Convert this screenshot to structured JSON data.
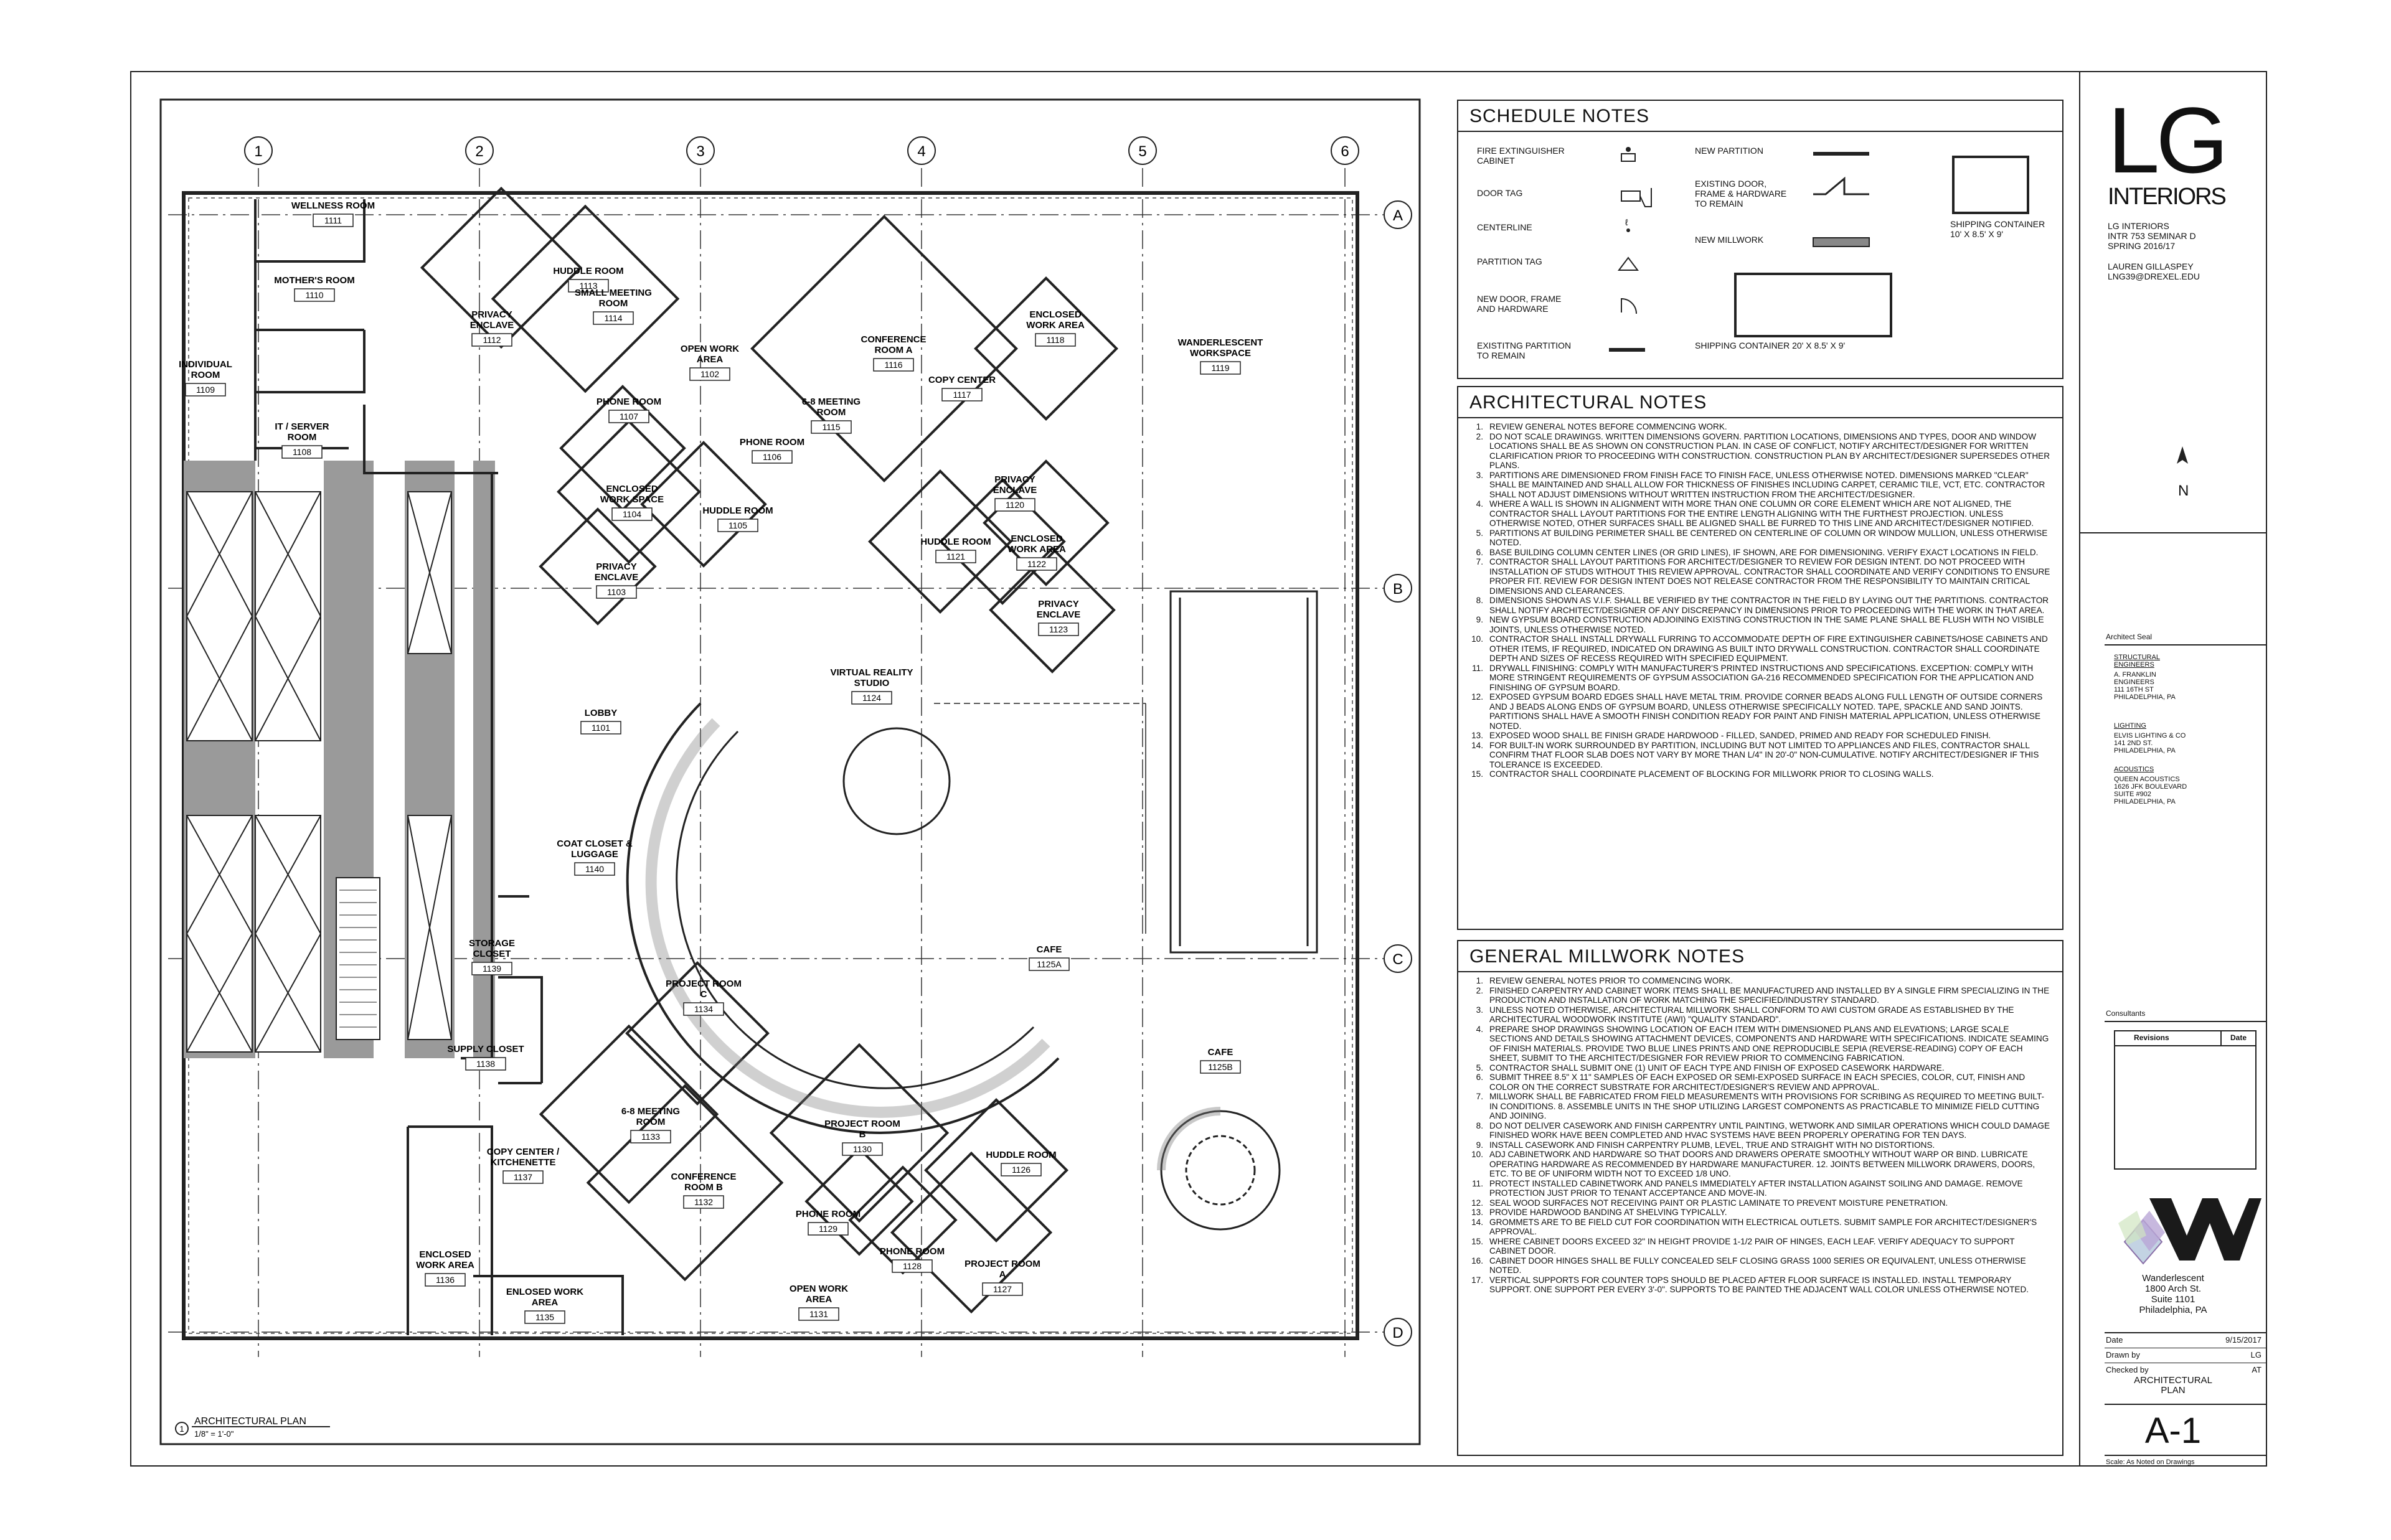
{
  "plan": {
    "grid_columns": [
      "1",
      "2",
      "3",
      "4",
      "5",
      "6"
    ],
    "grid_rows": [
      "A",
      "B",
      "C",
      "D"
    ],
    "rooms": [
      {
        "name": "WELLNESS ROOM",
        "number": "1111"
      },
      {
        "name": "MOTHER'S ROOM",
        "number": "1110"
      },
      {
        "name": "INDIVIDUAL\nROOM",
        "number": "1109"
      },
      {
        "name": "IT / SERVER\nROOM",
        "number": "1108"
      },
      {
        "name": "PRIVACY\nENCLAVE",
        "number": "1112"
      },
      {
        "name": "HUDDLE ROOM",
        "number": "1113"
      },
      {
        "name": "SMALL MEETING\nROOM",
        "number": "1114"
      },
      {
        "name": "OPEN WORK\nAREA",
        "number": "1102"
      },
      {
        "name": "CONFERENCE\nROOM A",
        "number": "1116"
      },
      {
        "name": "COPY CENTER",
        "number": "1117"
      },
      {
        "name": "ENCLOSED\nWORK AREA",
        "number": "1118"
      },
      {
        "name": "WANDERLESCENT\nWORKSPACE",
        "number": "1119"
      },
      {
        "name": "6-8 MEETING\nROOM",
        "number": "1115"
      },
      {
        "name": "PHONE ROOM",
        "number": "1107"
      },
      {
        "name": "PHONE ROOM",
        "number": "1106"
      },
      {
        "name": "ENCLOSED\nWORK SPACE",
        "number": "1104"
      },
      {
        "name": "HUDDLE ROOM",
        "number": "1105"
      },
      {
        "name": "PRIVACY\nENCLAVE",
        "number": "1103"
      },
      {
        "name": "PRIVACY\nENCLAVE",
        "number": "1120"
      },
      {
        "name": "HUDDLE ROOM",
        "number": "1121"
      },
      {
        "name": "ENCLOSED\nWORK AREA",
        "number": "1122"
      },
      {
        "name": "PRIVACY\nENCLAVE",
        "number": "1123"
      },
      {
        "name": "VIRTUAL REALITY\nSTUDIO",
        "number": "1124"
      },
      {
        "name": "LOBBY",
        "number": "1101"
      },
      {
        "name": "COAT CLOSET &\nLUGGAGE",
        "number": "1140"
      },
      {
        "name": "STORAGE\nCLOSET",
        "number": "1139"
      },
      {
        "name": "SUPPLY CLOSET",
        "number": "1138"
      },
      {
        "name": "PROJECT ROOM\nC",
        "number": "1134"
      },
      {
        "name": "CAFE",
        "number": "1125A"
      },
      {
        "name": "CAFE",
        "number": "1125B"
      },
      {
        "name": "6-8 MEETING\nROOM",
        "number": "1133"
      },
      {
        "name": "COPY CENTER /\nKITCHENETTE",
        "number": "1137"
      },
      {
        "name": "CONFERENCE\nROOM B",
        "number": "1132"
      },
      {
        "name": "PROJECT ROOM\nB",
        "number": "1130"
      },
      {
        "name": "HUDDLE ROOM",
        "number": "1126"
      },
      {
        "name": "PHONE ROOM",
        "number": "1129"
      },
      {
        "name": "PHONE ROOM",
        "number": "1128"
      },
      {
        "name": "PROJECT ROOM\nA",
        "number": "1127"
      },
      {
        "name": "ENCLOSED\nWORK AREA",
        "number": "1136"
      },
      {
        "name": "ENLOSED WORK\nAREA",
        "number": "1135"
      },
      {
        "name": "OPEN WORK\nAREA",
        "number": "1131"
      }
    ],
    "drawing_title": "ARCHITECTURAL PLAN",
    "drawing_scale": "1/8\" = 1'-0\"",
    "drawing_number": "1"
  },
  "schedule_notes": {
    "title": "SCHEDULE NOTES",
    "items": [
      "FIRE EXTINGUISHER\nCABINET",
      "DOOR TAG",
      "CENTERLINE",
      "PARTITION TAG",
      "NEW DOOR, FRAME\nAND HARDWARE",
      "EXISTITNG PARTITION\nTO REMAIN",
      "NEW PARTITION",
      "EXISTING DOOR,\nFRAME & HARDWARE\nTO REMAIN",
      "NEW MILLWORK",
      "SHIPPING CONTAINER 20' X 8.5' X 9'",
      "SHIPPING CONTAINER\n10' X 8.5' X 9'"
    ]
  },
  "architectural_notes": {
    "title": "ARCHITECTURAL NOTES",
    "items": [
      "REVIEW GENERAL NOTES BEFORE COMMENCING WORK.",
      "DO NOT SCALE DRAWINGS. WRITTEN DIMENSIONS GOVERN. PARTITION LOCATIONS, DIMENSIONS AND TYPES, DOOR AND WINDOW LOCATIONS SHALL BE AS SHOWN ON CONSTRUCTION PLAN. IN CASE OF CONFLICT, NOTIFY ARCHITECT/DESIGNER FOR WRITTEN CLARIFICATION PRIOR TO PROCEEDING WITH CONSTRUCTION. CONSTRUCTION PLAN BY ARCHITECT/DESIGNER SUPERSEDES OTHER PLANS.",
      "PARTITIONS ARE DIMENSIONED FROM FINISH FACE TO FINISH FACE, UNLESS OTHERWISE NOTED. DIMENSIONS MARKED \"CLEAR\" SHALL BE MAINTAINED AND SHALL ALLOW FOR THICKNESS OF FINISHES INCLUDING CARPET, CERAMIC TILE, VCT, ETC. CONTRACTOR SHALL NOT ADJUST DIMENSIONS WITHOUT WRITTEN INSTRUCTION FROM THE ARCHITECT/DESIGNER.",
      "WHERE A WALL IS SHOWN IN ALIGNMENT WITH MORE THAN ONE COLUMN OR CORE ELEMENT WHICH ARE NOT ALIGNED, THE CONTRACTOR SHALL LAYOUT PARTITIONS FOR THE ENTIRE LENGTH ALIGNING WITH THE FURTHEST PROJECTION. UNLESS OTHERWISE NOTED, OTHER SURFACES SHALL BE ALIGNED SHALL BE FURRED TO THIS LINE AND ARCHITECT/DESIGNER NOTIFIED.",
      "PARTITIONS AT BUILDING PERIMETER SHALL BE CENTERED ON CENTERLINE OF COLUMN OR WINDOW MULLION, UNLESS OTHERWISE NOTED.",
      "BASE BUILDING COLUMN CENTER LINES (OR GRID LINES), IF SHOWN, ARE FOR DIMENSIONING. VERIFY EXACT LOCATIONS IN FIELD.",
      "CONTRACTOR SHALL LAYOUT PARTITIONS FOR ARCHITECT/DESIGNER TO REVIEW FOR DESIGN INTENT. DO NOT PROCEED WITH INSTALLATION OF STUDS WITHOUT THIS REVIEW APPROVAL. CONTRACTOR SHALL COORDINATE AND VERIFY CONDITIONS TO ENSURE PROPER FIT. REVIEW FOR DESIGN INTENT DOES NOT RELEASE CONTRACTOR FROM THE RESPONSIBILITY TO MAINTAIN CRITICAL DIMENSIONS AND CLEARANCES.",
      "DIMENSIONS SHOWN AS V.I.F. SHALL BE VERIFIED BY THE CONTRACTOR IN THE FIELD BY LAYING OUT THE PARTITIONS. CONTRACTOR SHALL NOTIFY ARCHITECT/DESIGNER OF ANY DISCREPANCY IN DIMENSIONS PRIOR TO PROCEEDING WITH THE WORK IN THAT AREA.",
      "NEW GYPSUM BOARD CONSTRUCTION ADJOINING EXISTING CONSTRUCTION IN THE SAME PLANE SHALL BE FLUSH WITH NO VISIBLE JOINTS, UNLESS OTHERWISE NOTED.",
      "CONTRACTOR SHALL INSTALL DRYWALL FURRING TO ACCOMMODATE DEPTH OF FIRE EXTINGUISHER CABINETS/HOSE CABINETS AND OTHER ITEMS, IF REQUIRED, INDICATED ON DRAWING AS BUILT INTO DRYWALL CONSTRUCTION. CONTRACTOR SHALL COORDINATE DEPTH AND SIZES OF RECESS REQUIRED WITH SPECIFIED EQUIPMENT.",
      "DRYWALL FINISHING: COMPLY WITH MANUFACTURER'S PRINTED INSTRUCTIONS AND SPECIFICATIONS. EXCEPTION: COMPLY WITH MORE STRINGENT REQUIREMENTS OF GYPSUM ASSOCIATION GA-216 RECOMMENDED SPECIFICATION FOR THE APPLICATION AND FINISHING OF GYPSUM BOARD.",
      "EXPOSED GYPSUM BOARD EDGES SHALL HAVE METAL TRIM. PROVIDE CORNER BEADS ALONG FULL LENGTH OF OUTSIDE CORNERS AND J BEADS ALONG ENDS OF GYPSUM BOARD, UNLESS OTHERWISE SPECIFICALLY NOTED. TAPE, SPACKLE AND SAND JOINTS. PARTITIONS SHALL HAVE A SMOOTH FINISH CONDITION READY FOR PAINT AND FINISH MATERIAL APPLICATION, UNLESS OTHERWISE NOTED.",
      "EXPOSED WOOD SHALL BE FINISH GRADE HARDWOOD - FILLED, SANDED, PRIMED AND READY FOR SCHEDULED FINISH.",
      "FOR BUILT-IN WORK SURROUNDED BY PARTITION, INCLUDING BUT NOT LIMITED TO APPLIANCES AND FILES, CONTRACTOR SHALL CONFIRM THAT FLOOR SLAB DOES NOT VARY BY MORE THAN L/4\" IN 20'-0\" NON-CUMULATIVE. NOTIFY ARCHITECT/DESIGNER IF THIS TOLERANCE IS EXCEEDED.",
      "CONTRACTOR SHALL COORDINATE PLACEMENT OF BLOCKING FOR MILLWORK PRIOR TO CLOSING WALLS."
    ]
  },
  "general_millwork_notes": {
    "title": "GENERAL MILLWORK NOTES",
    "items": [
      "REVIEW GENERAL NOTES PRIOR TO COMMENCING WORK.",
      "FINISHED CARPENTRY AND CABINET WORK ITEMS SHALL BE MANUFACTURED AND INSTALLED BY A SINGLE FIRM SPECIALIZING IN THE PRODUCTION AND INSTALLATION OF WORK MATCHING THE SPECIFIED/INDUSTRY STANDARD.",
      "UNLESS NOTED OTHERWISE, ARCHITECTURAL MILLWORK SHALL CONFORM TO AWI CUSTOM GRADE AS ESTABLISHED BY THE ARCHITECTURAL WOODWORK INSTITUTE (AWI) \"QUALITY STANDARD\".",
      "PREPARE SHOP DRAWINGS SHOWING LOCATION OF EACH ITEM WITH DIMENSIONED PLANS AND ELEVATIONS; LARGE SCALE SECTIONS AND DETAILS SHOWING ATTACHMENT DEVICES, COMPONENTS AND HARDWARE WITH SPECIFICATIONS. INDICATE SEAMING OF FINISH MATERIALS. PROVIDE TWO BLUE LINES PRINTS AND ONE REPRODUCIBLE SEPIA (REVERSE-READING) COPY OF EACH SHEET, SUBMIT TO THE ARCHITECT/DESIGNER FOR REVIEW PRIOR TO COMMENCING FABRICATION.",
      "CONTRACTOR SHALL SUBMIT ONE (1) UNIT OF EACH TYPE AND FINISH OF EXPOSED CASEWORK HARDWARE.",
      "SUBMIT THREE 8.5\" X 11\" SAMPLES OF EACH EXPOSED OR SEMI-EXPOSED SURFACE IN EACH SPECIES, COLOR, CUT, FINISH AND COLOR ON THE CORRECT SUBSTRATE FOR ARCHITECT/DESIGNER'S REVIEW AND APPROVAL.",
      "MILLWORK SHALL BE FABRICATED FROM FIELD MEASUREMENTS WITH PROVISIONS FOR SCRIBING AS REQUIRED TO MEETING BUILT-IN CONDITIONS. 8. ASSEMBLE UNITS IN THE SHOP UTILIZING LARGEST COMPONENTS AS PRACTICABLE TO MINIMIZE FIELD CUTTING AND JOINING.",
      "DO NOT DELIVER CASEWORK AND FINISH CARPENTRY UNTIL PAINTING, WETWORK AND SIMILAR OPERATIONS WHICH COULD DAMAGE FINISHED WORK HAVE BEEN COMPLETED AND HVAC SYSTEMS HAVE BEEN PROPERLY OPERATING FOR TEN DAYS.",
      "INSTALL CASEWORK AND FINISH CARPENTRY PLUMB, LEVEL, TRUE AND STRAIGHT WITH NO DISTORTIONS.",
      "ADJ CABINETWORK AND HARDWARE SO THAT DOORS AND DRAWERS OPERATE SMOOTHLY WITHOUT WARP OR BIND. LUBRICATE OPERATING HARDWARE AS RECOMMENDED BY HARDWARE MANUFACTURER. 12. JOINTS BETWEEN MILLWORK DRAWERS, DOORS, ETC. TO BE OF UNIFORM WIDTH NOT TO EXCEED 1/8 UNO.",
      "PROTECT INSTALLED CABINETWORK AND PANELS IMMEDIATELY AFTER INSTALLATION AGAINST SOILING AND DAMAGE. REMOVE PROTECTION JUST PRIOR TO TENANT ACCEPTANCE AND MOVE-IN.",
      "SEAL WOOD SURFACES NOT RECEIVING PAINT OR PLASTIC LAMINATE TO PREVENT MOISTURE PENETRATION.",
      "PROVIDE HARDWOOD BANDING AT SHELVING TYPICALLY.",
      "GROMMETS ARE TO BE FIELD CUT FOR COORDINATION WITH ELECTRICAL OUTLETS. SUBMIT SAMPLE FOR ARCHITECT/DESIGNER'S APPROVAL.",
      "WHERE CABINET DOORS EXCEED 32\" IN HEIGHT PROVIDE 1-1/2 PAIR OF HINGES, EACH LEAF. VERIFY ADEQUACY TO SUPPORT CABINET DOOR.",
      "CABINET DOOR HINGES SHALL BE FULLY CONCEALED SELF CLOSING GRASS 1000 SERIES OR EQUIVALENT, UNLESS OTHERWISE NOTED.",
      "VERTICAL SUPPORTS FOR COUNTER TOPS SHOULD BE PLACED AFTER FLOOR SURFACE IS INSTALLED. INSTALL TEMPORARY SUPPORT. ONE SUPPORT PER EVERY 3'-0\". SUPPORTS TO BE PAINTED THE ADJACENT WALL COLOR UNLESS OTHERWISE NOTED."
    ]
  },
  "title_block": {
    "logo_text": "LG",
    "logo_sub": "INTERIORS",
    "firm_info": "LG INTERIORS\nINTR 753 SEMINAR D\nSPRING 2016/17",
    "designer_info": "LAUREN GILLASPEY\nLNG39@DREXEL.EDU",
    "north_label": "N",
    "seal_label": "Architect Seal",
    "consultants": [
      {
        "heading": "STRUCTURAL\nENGINEERS",
        "body": "A. FRANKLIN\nENGINEERS\n111 16TH ST\nPHILADELPHIA, PA"
      },
      {
        "heading": "LIGHTING",
        "body": "ELVIS LIGHTING & CO\n141 2ND ST.\nPHILADELPHIA, PA"
      },
      {
        "heading": "ACOUSTICS",
        "body": "QUEEN ACOUSTICS\n1626 JFK BOULEVARD\nSUITE #902\nPHILADELPHIA, PA"
      }
    ],
    "consultants_label": "Consultants",
    "revisions_header": "Revisions",
    "date_header": "Date",
    "project_name": "Wanderlescent\n1800 Arch St.\nSuite 1101\nPhiladelphia, PA",
    "date_label": "Date",
    "date_value": "9/15/2017",
    "drawn_label": "Drawn by",
    "drawn_value": "LG",
    "checked_label": "Checked by",
    "checked_value": "AT",
    "sheet_title": "ARCHITECTURAL\nPLAN",
    "sheet_number": "A-1",
    "scale_note": "Scale: As Noted on Drawings",
    "brand_color": "#1a1a1a",
    "wall_fill_color": "#9a9a9a"
  }
}
